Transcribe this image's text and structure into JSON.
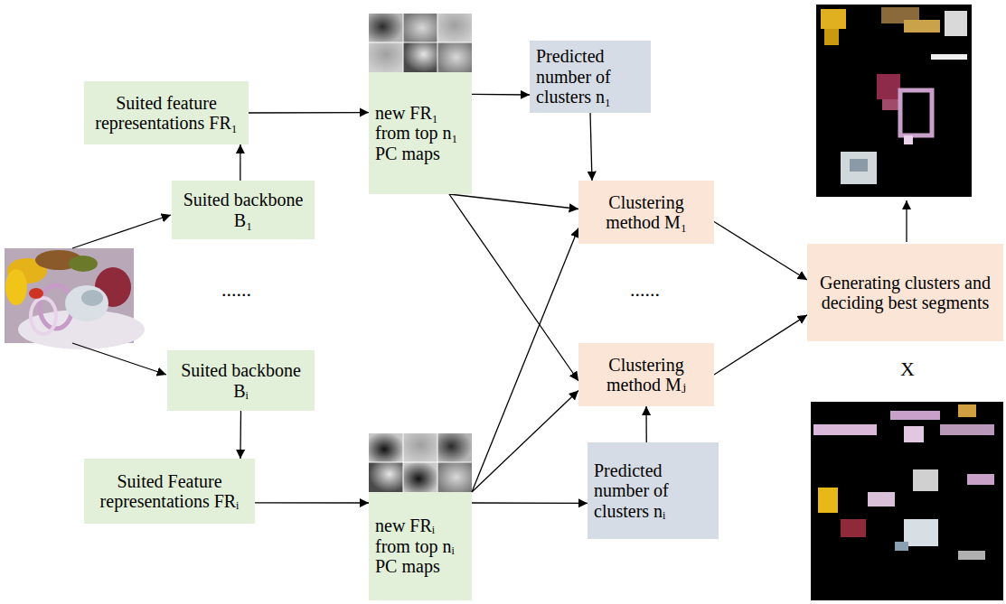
{
  "diagram": {
    "nodes": [
      {
        "text": [
          "Suited feature representations FR₁"
        ]
      },
      {
        "text": [
          "Suited backbone B₁"
        ]
      },
      {
        "text": [
          "new FR₁ from top n₁ PC maps"
        ]
      },
      {
        "text": [
          "Predicted number of clusters n₁"
        ]
      },
      {
        "text": [
          "Clustering method M₁"
        ]
      },
      {
        "text": [
          "Suited backbone Bᵢ"
        ]
      },
      {
        "text": [
          "Suited Feature representations FRᵢ"
        ]
      },
      {
        "text": [
          "new FRᵢ from top nᵢ PC maps"
        ]
      },
      {
        "text": [
          "Predicted number of clusters nᵢ"
        ]
      },
      {
        "text": [
          "Clustering method Mⱼ"
        ]
      },
      {
        "text": [
          "Generating clusters and deciding best segments"
        ]
      }
    ],
    "edges": [
      {
        "from": 1,
        "to": 0,
        "arrow": "to"
      },
      {
        "from": 0,
        "to": 2,
        "arrow": "to"
      },
      {
        "from": 2,
        "to": 3,
        "arrow": "to"
      },
      {
        "from": 3,
        "to": 4,
        "arrow": "to"
      },
      {
        "from": 2,
        "to": 4,
        "arrow": "to"
      },
      {
        "from": 2,
        "to": 9,
        "arrow": "to"
      },
      {
        "from": 5,
        "to": 6,
        "arrow": "to"
      },
      {
        "from": 6,
        "to": 7,
        "arrow": "to"
      },
      {
        "from": 7,
        "to": 8,
        "arrow": "to"
      },
      {
        "from": 7,
        "to": 4,
        "arrow": "to"
      },
      {
        "from": 7,
        "to": 9,
        "arrow": "to"
      },
      {
        "from": 8,
        "to": 9,
        "arrow": "to"
      },
      {
        "from": 4,
        "to": 10,
        "arrow": "to"
      },
      {
        "from": 9,
        "to": 10,
        "arrow": "to"
      }
    ],
    "labels": [
      "......",
      "......",
      "X"
    ]
  }
}
